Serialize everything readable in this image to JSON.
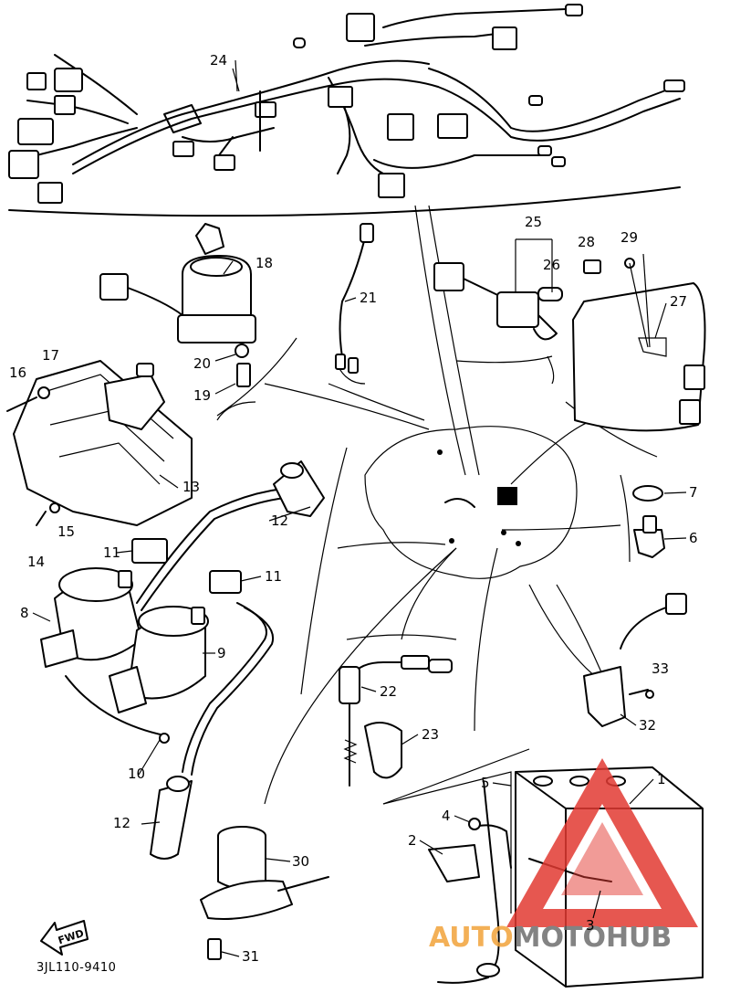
{
  "diagram": {
    "part_numbers": [
      "1",
      "2",
      "3",
      "4",
      "5",
      "6",
      "7",
      "8",
      "9",
      "10",
      "11",
      "11",
      "12",
      "12",
      "13",
      "14",
      "15",
      "16",
      "17",
      "18",
      "19",
      "20",
      "21",
      "22",
      "23",
      "24",
      "25",
      "26",
      "27",
      "28",
      "29",
      "30",
      "31",
      "32",
      "33"
    ],
    "drawing_code": "3JL110-9410",
    "direction_label": "FWD"
  },
  "watermark": {
    "part1": "AUTO",
    "part2": "MOTO",
    "part3": "HUB",
    "colors": {
      "orange": "#f2a33a",
      "gray": "#6e6e6e",
      "red": "#e23a32"
    }
  }
}
